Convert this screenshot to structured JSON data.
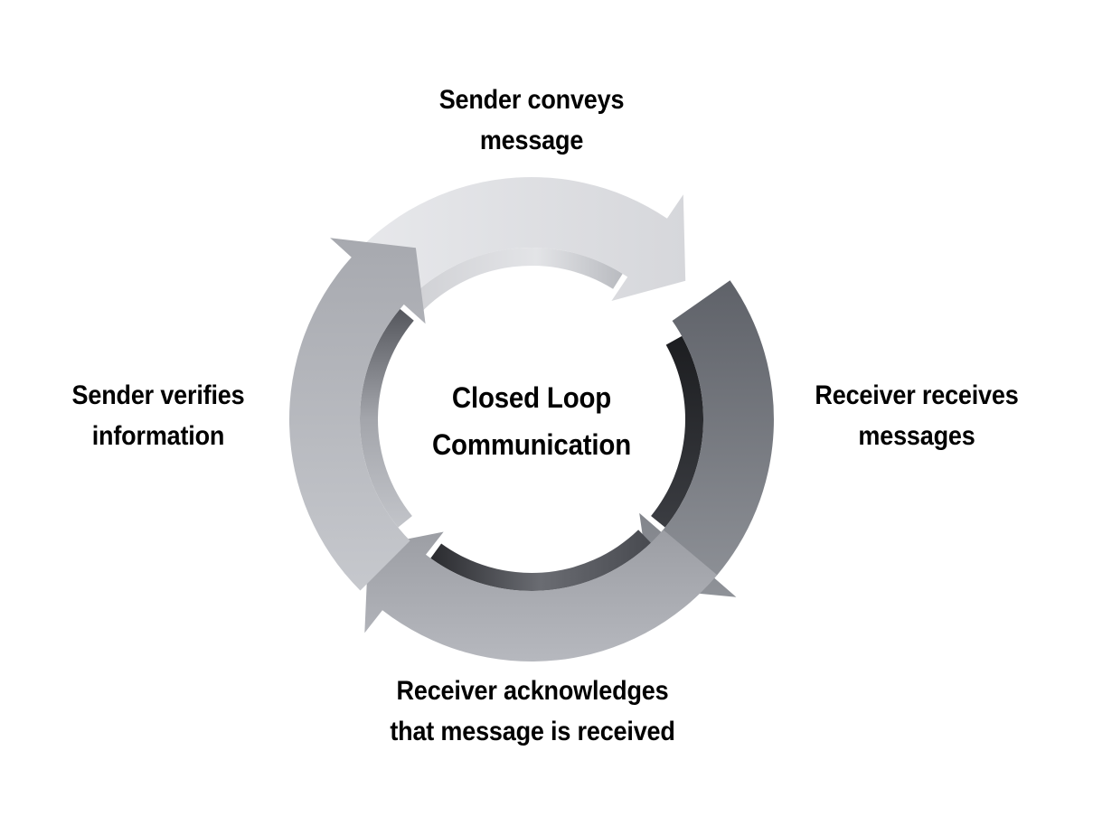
{
  "center_title": {
    "line1": "Closed Loop",
    "line2": "Communication"
  },
  "steps": [
    {
      "line1": "Sender conveys",
      "line2": "message"
    },
    {
      "line1": "Receiver receives",
      "line2": "messages"
    },
    {
      "line1": "Receiver acknowledges",
      "line2": "that message is received"
    },
    {
      "line1": "Sender verifies",
      "line2": "information"
    }
  ],
  "colors": {
    "arrow_top": "#dcdde0",
    "arrow_right": "#6e7178",
    "arrow_bottom": "#a9abb1",
    "arrow_left": "#b2b4ba",
    "text": "#000000"
  }
}
